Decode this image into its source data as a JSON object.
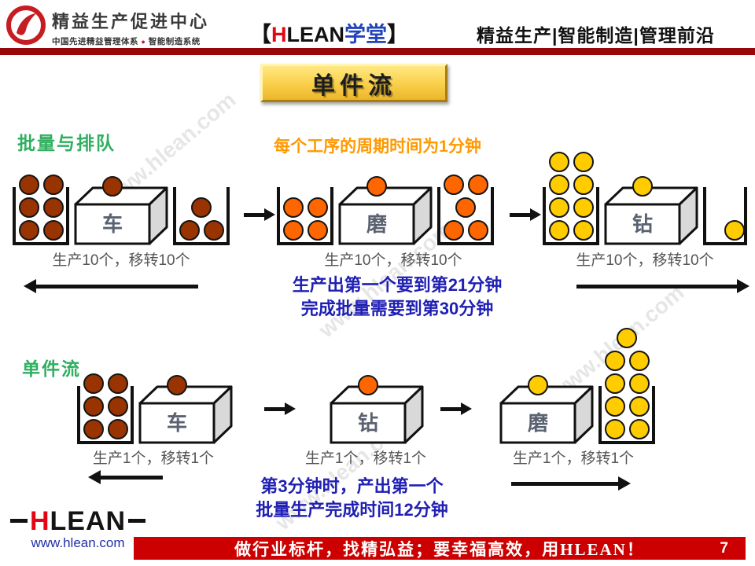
{
  "header": {
    "logo_title": "精益生产促进中心",
    "logo_sub_left": "中国先进精益管理体系",
    "logo_sub_dot": "●",
    "logo_sub_right": "智能制造系统",
    "brand": {
      "open": "【",
      "h": "H",
      "lean": "LEAN",
      "school": "学堂",
      "close": "】"
    },
    "right_title": "精益生产|智能制造|管理前沿"
  },
  "title": {
    "text": "单件流"
  },
  "watermark": {
    "text": "www.hlean.com"
  },
  "flow1": {
    "heading": "批量与排队",
    "note": "每个工序的周期时间为1分钟",
    "stations": [
      {
        "machine": "车",
        "dot_color": "#993300",
        "bin_in": {
          "color": "#993300",
          "rows": [
            2,
            2,
            2
          ]
        },
        "bin_out": {
          "color": "#993300",
          "rows": [
            1,
            2
          ]
        }
      },
      {
        "machine": "磨",
        "dot_color": "#FF6600",
        "bin_in": {
          "color": "#FF6600",
          "rows": [
            2,
            2
          ]
        },
        "bin_out": {
          "color": "#FF6600",
          "rows": [
            2,
            1,
            2
          ]
        }
      },
      {
        "machine": "钻",
        "dot_color": "#FFCC00",
        "bin_in": {
          "color": "#FFCC00",
          "rows": [
            2,
            2,
            2,
            2
          ]
        },
        "bin_out": {
          "color": "#FFCC00",
          "rows": [
            1
          ]
        }
      }
    ],
    "labels": [
      "生产10个，移转10个",
      "生产10个，移转10个",
      "生产10个，移转10个"
    ],
    "conclusion": [
      "生产出第一个要到第21分钟",
      "完成批量需要到第30分钟"
    ]
  },
  "flow2": {
    "heading": "单件流",
    "stations": [
      {
        "machine": "车",
        "dot_color": "#993300",
        "bin_in": {
          "color": "#993300",
          "rows": [
            2,
            2,
            2
          ]
        }
      },
      {
        "machine": "钻",
        "dot_color": "#FF6600"
      },
      {
        "machine": "磨",
        "dot_color": "#FFCC00",
        "bin_out": {
          "color": "#FFCC00",
          "rows": [
            1,
            2,
            2,
            2,
            2
          ]
        }
      }
    ],
    "labels": [
      "生产1个，移转1个",
      "生产1个，移转1个",
      "生产1个，移转1个"
    ],
    "conclusion": [
      "第3分钟时，产出第一个",
      "批量生产完成时间12分钟"
    ]
  },
  "footer": {
    "logo_h": "H",
    "logo_rest": "LEAN",
    "url": "www.hlean.com",
    "slogan": "做行业标杆，找精弘益；要幸福高效，用HLEAN！",
    "page": "7"
  },
  "colors": {
    "brand_red": "#C61D23",
    "header_bar": "#97080B",
    "footer_bar": "#CC0000",
    "gold_title": "#F9CF49",
    "green_heading": "#2FAF5F",
    "orange_note": "#FF9900",
    "blue_conclusion": "#1F1FB4",
    "brown_part": "#993300",
    "orange_part": "#FF6600",
    "yellow_part": "#FFCC00"
  }
}
